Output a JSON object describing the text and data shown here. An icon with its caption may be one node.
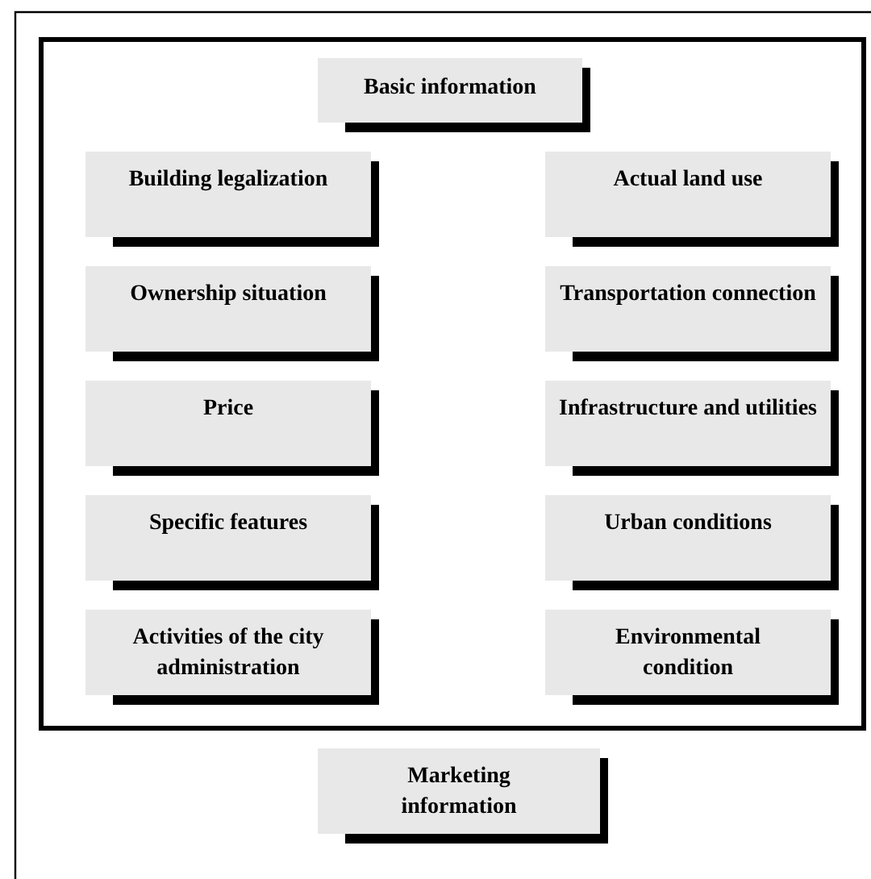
{
  "diagram": {
    "nodes": [
      {
        "text": [],
        "shape": "box"
      },
      {
        "text": [
          "Basic information"
        ],
        "in": 0
      },
      {
        "text": [
          "Building legalization"
        ],
        "in": 0
      },
      {
        "text": [
          "Actual land use"
        ],
        "in": 0
      },
      {
        "text": [
          "Ownership situation"
        ],
        "in": 0
      },
      {
        "text": [
          "Transportation connection"
        ],
        "in": 0
      },
      {
        "text": [
          "Price"
        ],
        "in": 0
      },
      {
        "text": [
          "Infrastructure and utilities"
        ],
        "in": 0
      },
      {
        "text": [
          "Specific features"
        ],
        "in": 0
      },
      {
        "text": [
          "Urban conditions"
        ],
        "in": 0
      },
      {
        "text": [
          "Activities of the city administration"
        ],
        "in": 0
      },
      {
        "text": [
          "Environmental condition"
        ],
        "in": 0
      },
      {
        "text": [
          "Marketing information"
        ]
      }
    ]
  }
}
